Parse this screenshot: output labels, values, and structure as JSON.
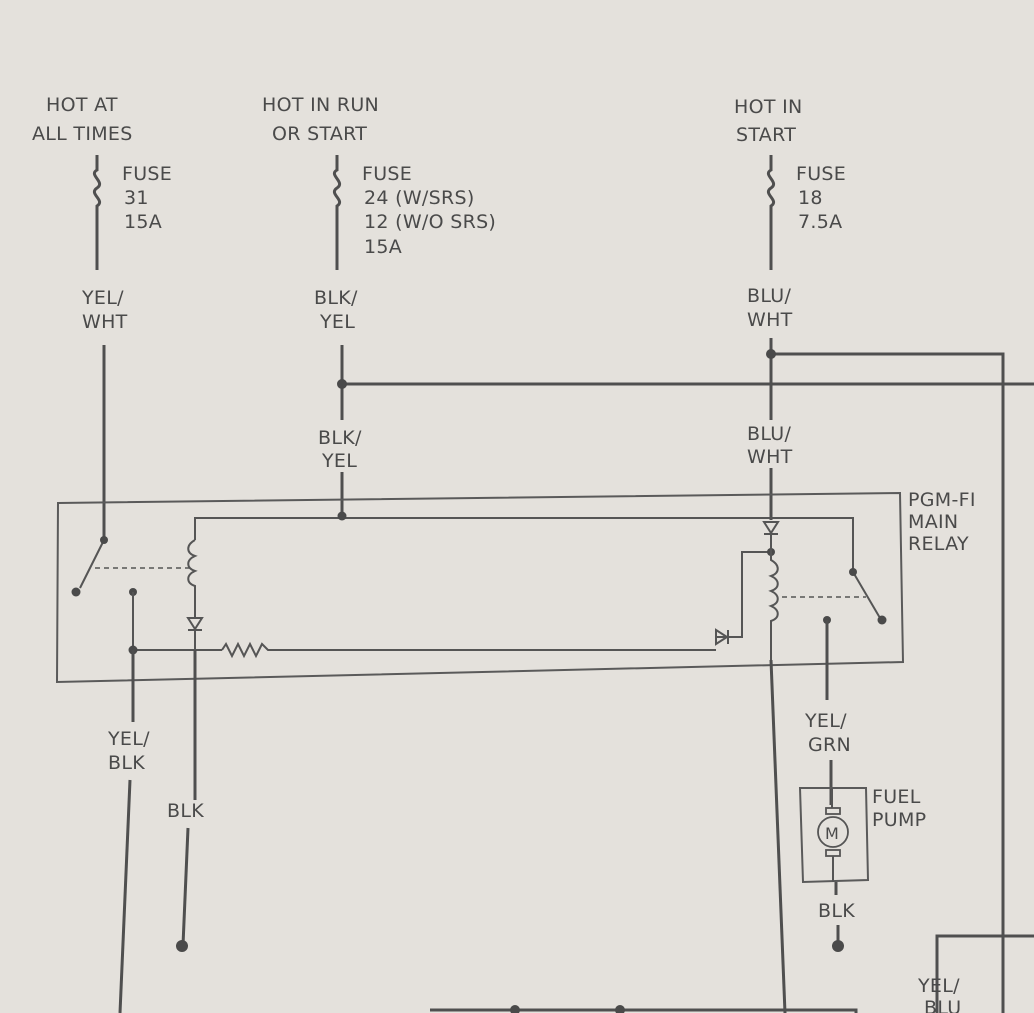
{
  "headers": {
    "hot_at_all_times": [
      "HOT AT",
      "ALL TIMES"
    ],
    "hot_in_run_or_start": [
      "HOT IN RUN",
      "OR START"
    ],
    "hot_in_start": [
      "HOT IN",
      "START"
    ]
  },
  "fuses": {
    "fuse31": [
      "FUSE",
      "31",
      "15A"
    ],
    "fuse24_12": [
      "FUSE",
      "24 (W/SRS)",
      "12 (W/O SRS)",
      "15A"
    ],
    "fuse18": [
      "FUSE",
      "18",
      "7.5A"
    ]
  },
  "wires": {
    "yel_wht": [
      "YEL/",
      "WHT"
    ],
    "blk_yel_top": [
      "BLK/",
      "YEL"
    ],
    "blu_wht_top": [
      "BLU/",
      "WHT"
    ],
    "blk_yel_mid": [
      "BLK/",
      "YEL"
    ],
    "blu_wht_mid": [
      "BLU/",
      "WHT"
    ],
    "yel_blk": [
      "YEL/",
      "BLK"
    ],
    "blk_ground": "BLK",
    "yel_grn": [
      "YEL/",
      "GRN"
    ],
    "blk_pump": "BLK",
    "yel_blu_partial": [
      "YEL/",
      "BLU"
    ]
  },
  "relay": {
    "name": [
      "PGM-FI",
      "MAIN",
      "RELAY"
    ]
  },
  "fuel_pump": {
    "name": [
      "FUEL",
      "PUMP"
    ],
    "motor_symbol": "M"
  }
}
